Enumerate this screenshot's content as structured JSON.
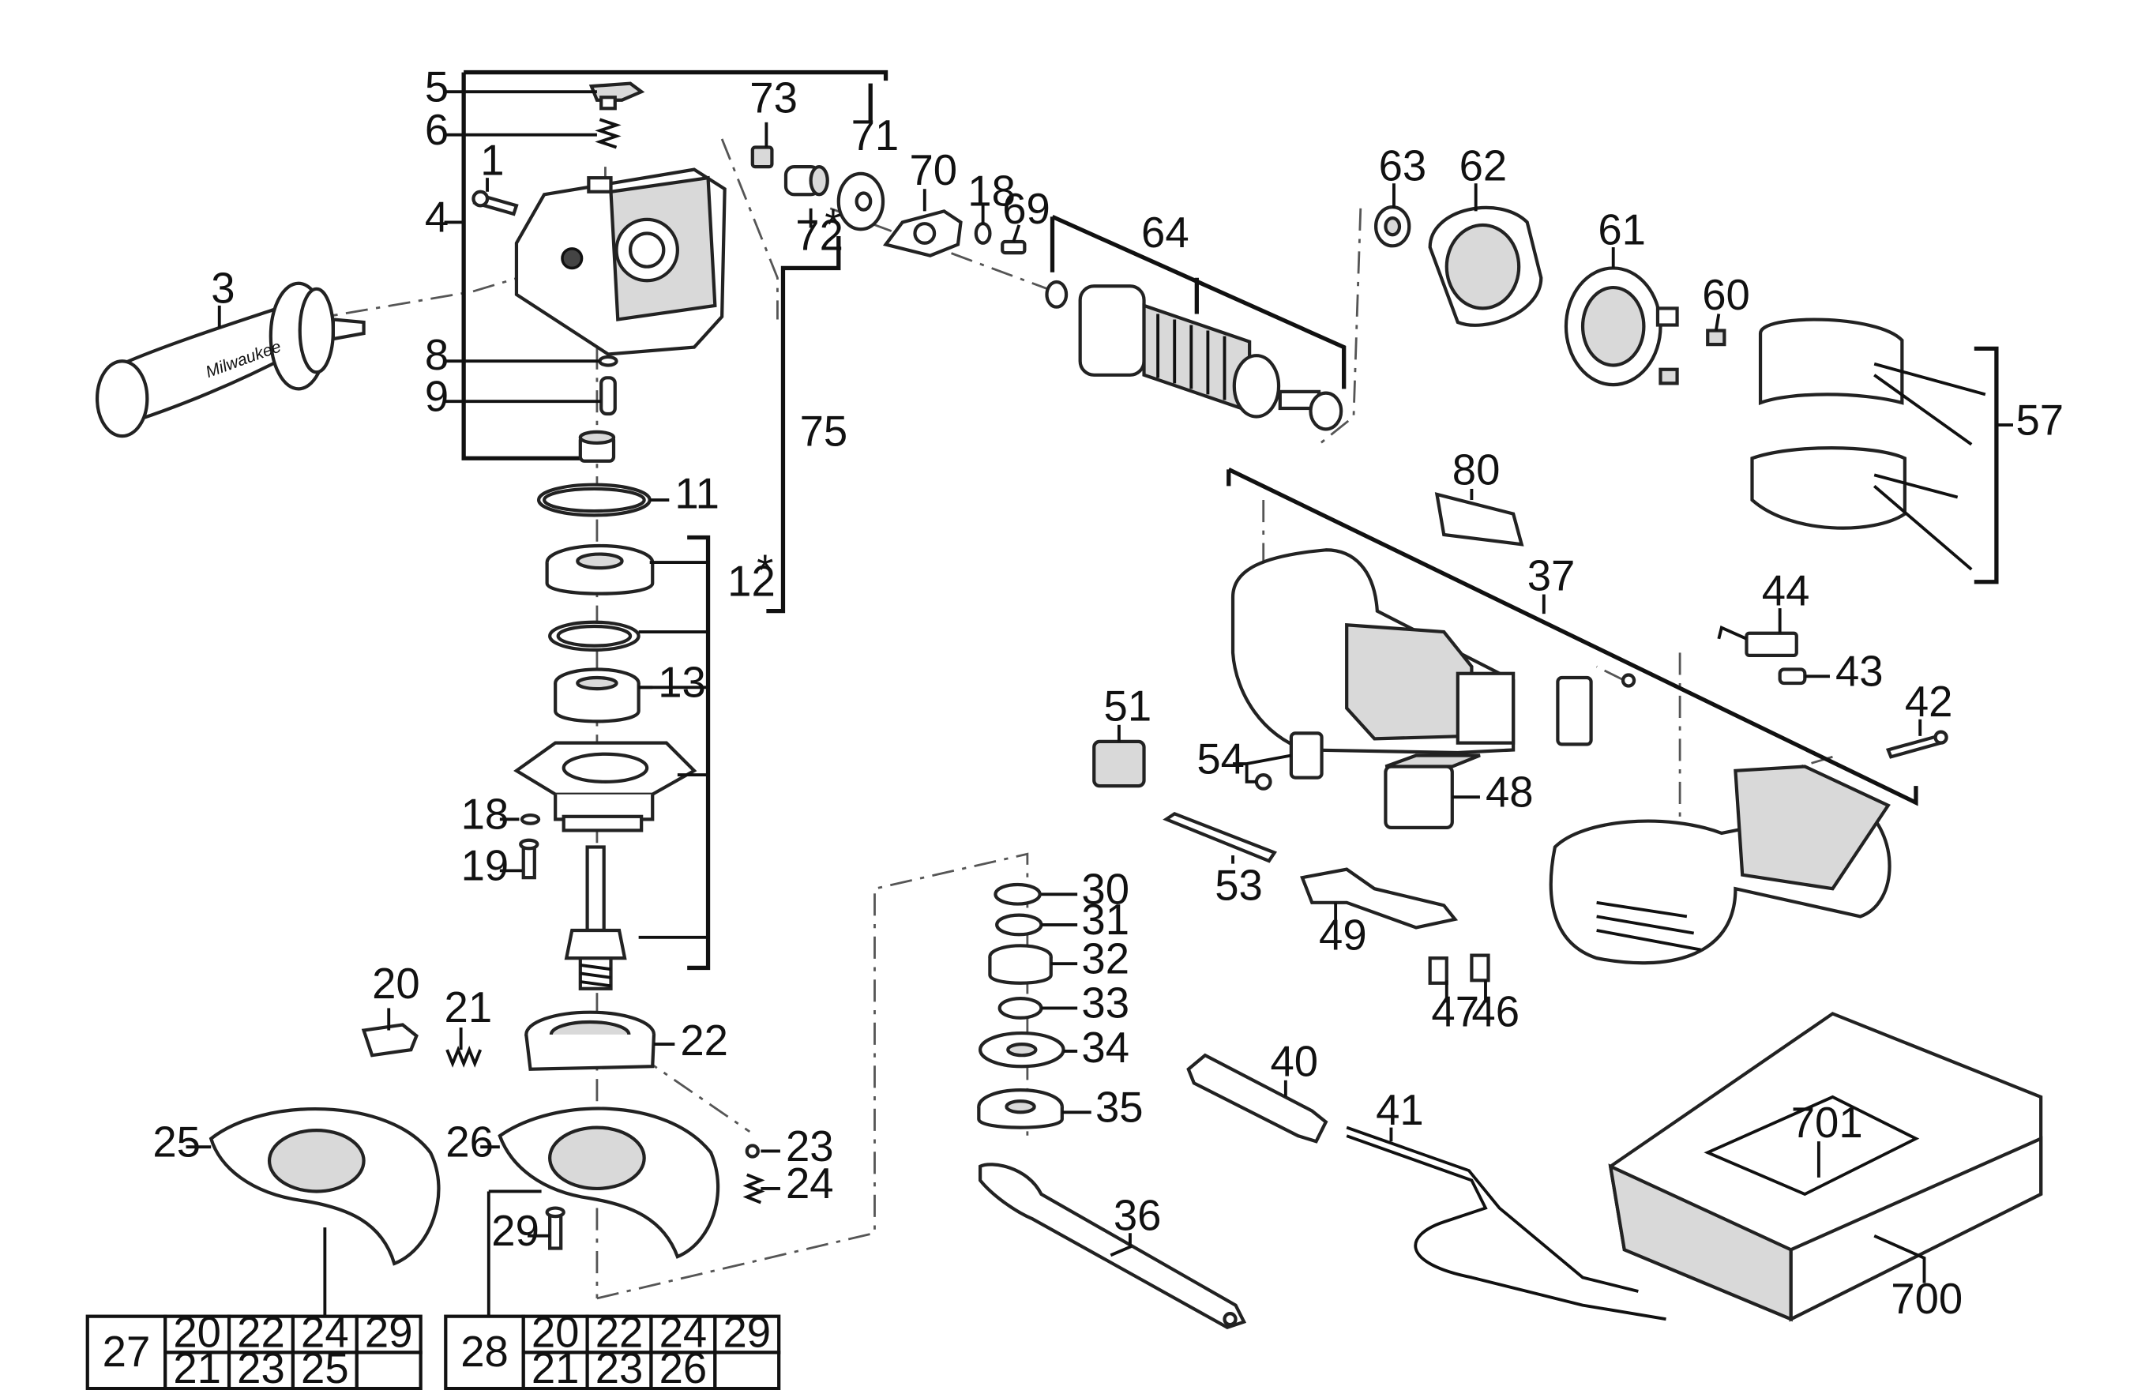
{
  "callouts": {
    "c1": "1",
    "c3": "3",
    "c4": "4",
    "c5": "5",
    "c6": "6",
    "c8": "8",
    "c9": "9",
    "c11": "11",
    "c12": "12",
    "c12star": "*",
    "c13": "13",
    "c18a": "18",
    "c18b": "18",
    "c19": "19",
    "c20": "20",
    "c21": "21",
    "c22": "22",
    "c23": "23",
    "c24": "24",
    "c25": "25",
    "c26": "26",
    "c29": "29",
    "c30": "30",
    "c31": "31",
    "c32": "32",
    "c33": "33",
    "c34": "34",
    "c35": "35",
    "c36": "36",
    "c37": "37",
    "c40": "40",
    "c41": "41",
    "c42": "42",
    "c43": "43",
    "c44": "44",
    "c46": "46",
    "c47": "47",
    "c48": "48",
    "c49": "49",
    "c51": "51",
    "c53": "53",
    "c54": "54",
    "c57": "57",
    "c60": "60",
    "c61": "61",
    "c62": "62",
    "c63": "63",
    "c64": "64",
    "c69": "69",
    "c70": "70",
    "c71": "71",
    "c72": "72",
    "c72star": "*",
    "c73": "73",
    "c75": "75",
    "c80": "80",
    "c700": "700",
    "c701": "701"
  },
  "tables": [
    {
      "kit": "27",
      "row1": [
        "20",
        "22",
        "24",
        "29"
      ],
      "row2": [
        "21",
        "23",
        "25",
        ""
      ]
    },
    {
      "kit": "28",
      "row1": [
        "20",
        "22",
        "24",
        "29"
      ],
      "row2": [
        "21",
        "23",
        "26",
        ""
      ]
    }
  ],
  "brand": {
    "text": "Milwaukee"
  }
}
